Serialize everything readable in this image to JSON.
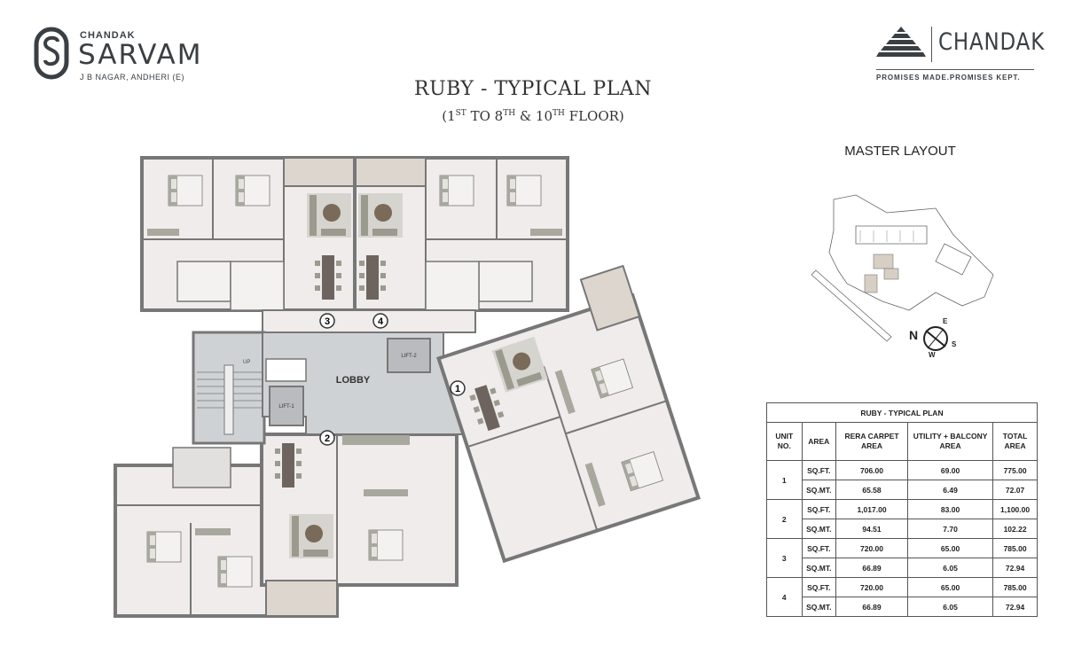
{
  "brand": {
    "kicker": "CHANDAK",
    "name": "SARVAM",
    "location": "J B NAGAR, ANDHERI (E)"
  },
  "developer": {
    "name": "CHANDAK",
    "tagline": "PROMISES MADE.PROMISES KEPT."
  },
  "plan": {
    "title": "RUBY - TYPICAL PLAN",
    "floors_prefix": "(1",
    "floors_sup1": "ST",
    "floors_mid1": " TO 8",
    "floors_sup2": "TH",
    "floors_mid2": " & 10",
    "floors_sup3": "TH",
    "floors_suffix": " FLOOR)"
  },
  "floorplan": {
    "lobby": "LOBBY",
    "lift1": "LIFT-1",
    "lift2": "LIFT-2",
    "up": "UP",
    "unit_markers": [
      "1",
      "2",
      "3",
      "4"
    ]
  },
  "master_layout": {
    "title": "MASTER LAYOUT",
    "compass": {
      "n": "N",
      "e": "E",
      "s": "S",
      "w": "W"
    }
  },
  "area_table": {
    "title": "RUBY - TYPICAL PLAN",
    "headers": [
      "UNIT NO.",
      "AREA",
      "RERA CARPET AREA",
      "UTILITY + BALCONY AREA",
      "TOTAL AREA"
    ],
    "units": [
      {
        "unit": "1",
        "rows": [
          {
            "area": "SQ.FT.",
            "carpet": "706.00",
            "utility": "69.00",
            "total": "775.00"
          },
          {
            "area": "SQ.MT.",
            "carpet": "65.58",
            "utility": "6.49",
            "total": "72.07"
          }
        ]
      },
      {
        "unit": "2",
        "rows": [
          {
            "area": "SQ.FT.",
            "carpet": "1,017.00",
            "utility": "83.00",
            "total": "1,100.00"
          },
          {
            "area": "SQ.MT.",
            "carpet": "94.51",
            "utility": "7.70",
            "total": "102.22"
          }
        ]
      },
      {
        "unit": "3",
        "rows": [
          {
            "area": "SQ.FT.",
            "carpet": "720.00",
            "utility": "65.00",
            "total": "785.00"
          },
          {
            "area": "SQ.MT.",
            "carpet": "66.89",
            "utility": "6.05",
            "total": "72.94"
          }
        ]
      },
      {
        "unit": "4",
        "rows": [
          {
            "area": "SQ.FT.",
            "carpet": "720.00",
            "utility": "65.00",
            "total": "785.00"
          },
          {
            "area": "SQ.MT.",
            "carpet": "66.89",
            "utility": "6.05",
            "total": "72.94"
          }
        ]
      }
    ]
  },
  "colors": {
    "room_fill": "#efeceb",
    "wall": "#777777",
    "lobby": "#cfd2d4",
    "furniture": "#a8a89e",
    "balcony": "#ddd6cf",
    "brand_text": "#3a3f44"
  }
}
